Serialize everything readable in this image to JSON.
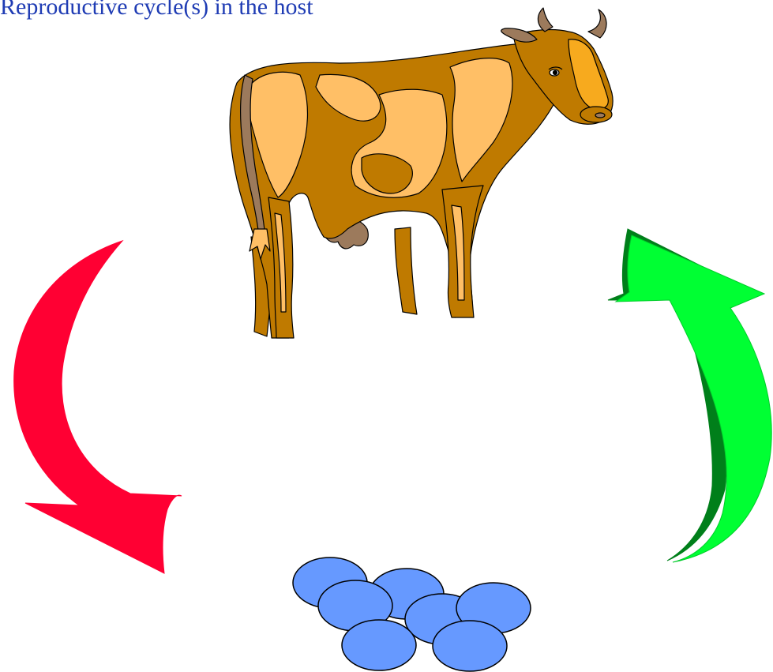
{
  "title": "Reproductive cycle(s) in the host",
  "colors": {
    "title": "#1f3cb4",
    "cow_body": "#bf7a00",
    "cow_patches": "#ffbf66",
    "cow_udder": "#9c7a5c",
    "cow_face": "#f7aa1e",
    "red_arrow": "#ff0033",
    "green_arrow_light": "#00ff33",
    "green_arrow_dark": "#007f1a",
    "eggs": "#6699ff"
  },
  "icons": {
    "cow": "cow-illustration",
    "left_arrow": "red-curved-arrow-down",
    "right_arrow": "green-curved-arrow-up",
    "eggs": "egg-cluster"
  }
}
